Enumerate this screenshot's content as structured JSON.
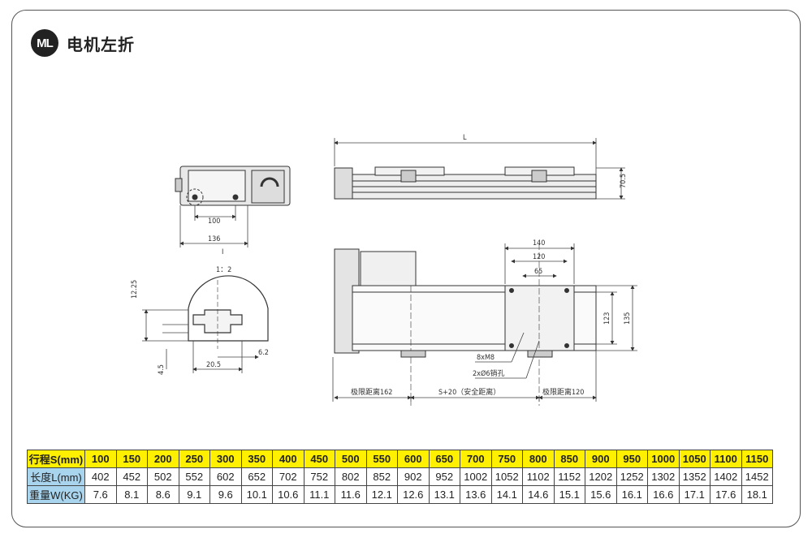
{
  "header": {
    "badge": "ML",
    "title": "电机左折"
  },
  "dimensions": {
    "side_L": "L",
    "side_h": "70.5",
    "end_100": "100",
    "end_136": "136",
    "detail_label": "I",
    "detail_scale": "1：2",
    "detail_1225": "12.25",
    "detail_45": "4.5",
    "detail_205": "20.5",
    "detail_62": "6.2",
    "top_140": "140",
    "top_120": "120",
    "top_65": "65",
    "top_123": "123",
    "top_135": "135",
    "note_m8": "8xM8",
    "note_pin": "2xØ6销孔",
    "bottom_left": "极限距离162",
    "bottom_mid": "S+20（安全距离）",
    "bottom_right": "极限距离120"
  },
  "spec_table": {
    "rows": [
      {
        "label": "行程S(mm)",
        "values": [
          "100",
          "150",
          "200",
          "250",
          "300",
          "350",
          "400",
          "450",
          "500",
          "550",
          "600",
          "650",
          "700",
          "750",
          "800",
          "850",
          "900",
          "950",
          "1000",
          "1050",
          "1100",
          "1150"
        ]
      },
      {
        "label": "长度L(mm)",
        "values": [
          "402",
          "452",
          "502",
          "552",
          "602",
          "652",
          "702",
          "752",
          "802",
          "852",
          "902",
          "952",
          "1002",
          "1052",
          "1102",
          "1152",
          "1202",
          "1252",
          "1302",
          "1352",
          "1402",
          "1452"
        ]
      },
      {
        "label": "重量W(KG)",
        "values": [
          "7.6",
          "8.1",
          "8.6",
          "9.1",
          "9.6",
          "10.1",
          "10.6",
          "11.1",
          "11.6",
          "12.1",
          "12.6",
          "13.1",
          "13.6",
          "14.1",
          "14.6",
          "15.1",
          "15.6",
          "16.1",
          "16.6",
          "17.1",
          "17.6",
          "18.1"
        ]
      }
    ]
  }
}
